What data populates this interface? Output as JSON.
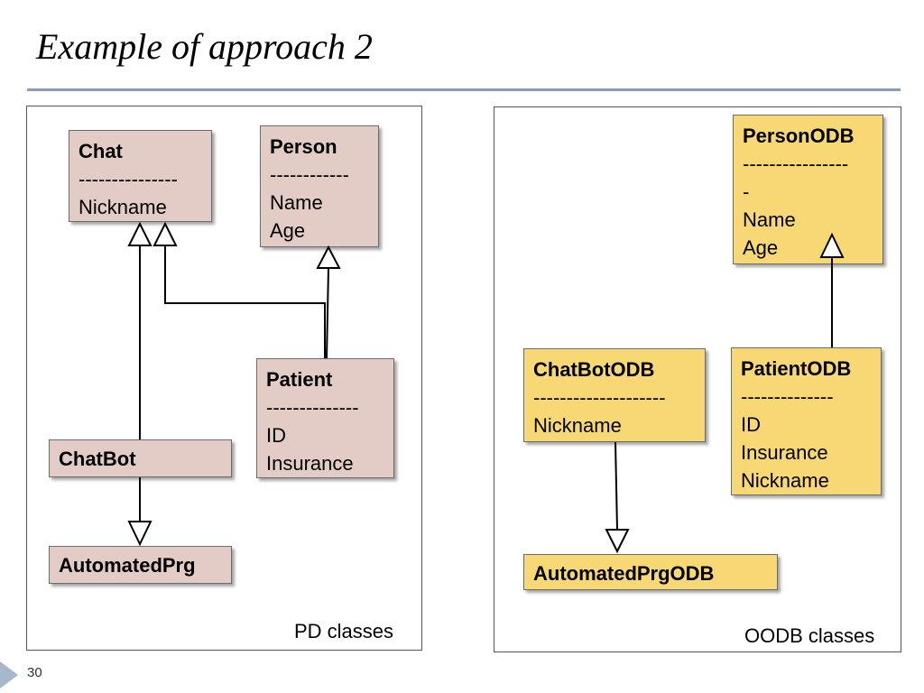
{
  "slide": {
    "title": "Example of approach 2",
    "page_number": "30"
  },
  "colors": {
    "pd_fill": "#e3ccc5",
    "oodb_fill": "#f7d874",
    "rule": "#8c9bb7"
  },
  "pd_panel": {
    "caption": "PD classes",
    "classes": {
      "chat": {
        "name": "Chat",
        "separator": "---------------",
        "attributes": [
          "Nickname"
        ]
      },
      "person": {
        "name": "Person",
        "separator": "------------",
        "attributes": [
          "Name",
          "Age"
        ]
      },
      "patient": {
        "name": "Patient",
        "separator": "--------------",
        "attributes": [
          "ID",
          "Insurance"
        ]
      },
      "chatbot": {
        "name": "ChatBot"
      },
      "automatedprg": {
        "name": "AutomatedPrg"
      }
    }
  },
  "oodb_panel": {
    "caption": "OODB classes",
    "classes": {
      "personodb": {
        "name": "PersonODB",
        "separator": "----------------",
        "separator_wrap": "-",
        "attributes": [
          "Name",
          "Age"
        ]
      },
      "chatbotodb": {
        "name": "ChatBotODB",
        "separator": "--------------------",
        "attributes": [
          "Nickname"
        ]
      },
      "patientodb": {
        "name": "PatientODB",
        "separator": "--------------",
        "attributes": [
          "ID",
          "Insurance",
          "Nickname"
        ]
      },
      "automatedprgodb": {
        "name": "AutomatedPrgODB"
      }
    }
  }
}
